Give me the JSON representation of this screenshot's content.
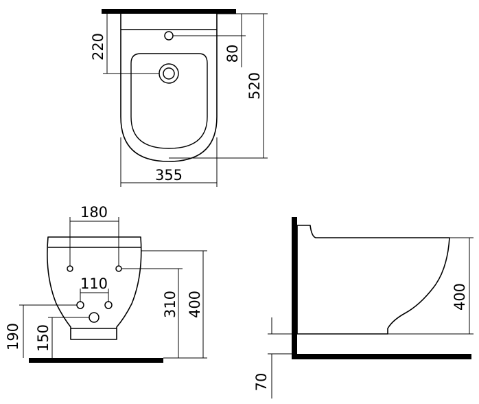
{
  "top_view": {
    "width_label": "355",
    "length_label": "520",
    "tap_hole_label": "220",
    "tap_hole_offset_label": "80"
  },
  "front_view": {
    "fixing_spacing_label": "180",
    "inlet_spacing_label": "110",
    "height_label": "400",
    "fixing_height_label": "310",
    "inlet_height_label": "190",
    "outlet_height_label": "150"
  },
  "side_view": {
    "height_label": "400",
    "outlet_offset_label": "70"
  }
}
